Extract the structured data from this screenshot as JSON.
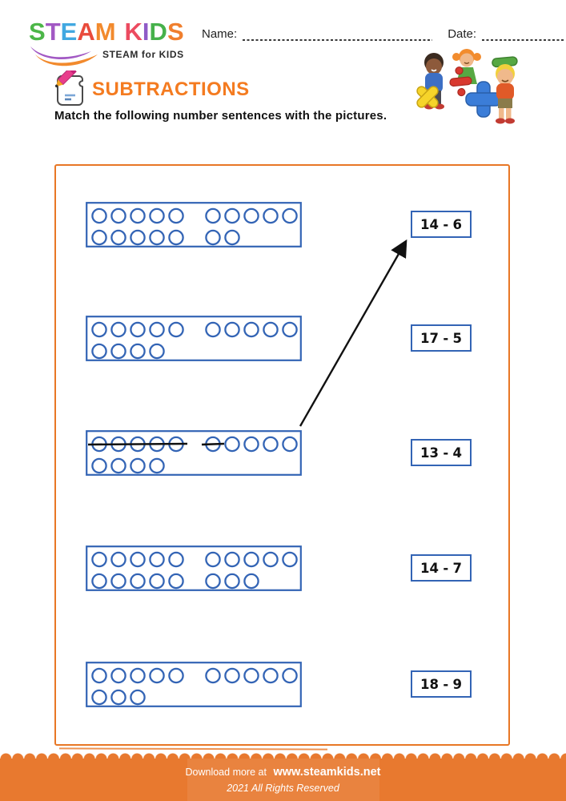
{
  "logo": {
    "brand_letters": [
      {
        "ch": "S",
        "color": "#4CB648"
      },
      {
        "ch": "T",
        "color": "#A259C4"
      },
      {
        "ch": "E",
        "color": "#41A8E1"
      },
      {
        "ch": "A",
        "color": "#E94B3C"
      },
      {
        "ch": "M",
        "color": "#F28A2D"
      },
      {
        "ch": "K",
        "color": "#EC4B60",
        "gap_before": true
      },
      {
        "ch": "I",
        "color": "#8F5BC7"
      },
      {
        "ch": "D",
        "color": "#46B14B"
      },
      {
        "ch": "S",
        "color": "#F07F2E"
      }
    ],
    "tagline": "STEAM for KIDS"
  },
  "header": {
    "name_label": "Name:",
    "date_label": "Date:"
  },
  "title": "SUBTRACTIONS",
  "instruction": "Match the following number sentences with the pictures.",
  "worksheet": {
    "picture_groups": [
      {
        "rows": [
          [
            5,
            5
          ],
          [
            5,
            2
          ]
        ],
        "total": 17,
        "crossed": 0
      },
      {
        "rows": [
          [
            5,
            5
          ],
          [
            4
          ]
        ],
        "total": 14,
        "crossed": 0
      },
      {
        "rows": [
          [
            5,
            5
          ],
          [
            4
          ]
        ],
        "total": 14,
        "crossed": 6
      },
      {
        "rows": [
          [
            5,
            5
          ],
          [
            5,
            3
          ]
        ],
        "total": 18,
        "crossed": 0
      },
      {
        "rows": [
          [
            5,
            5
          ],
          [
            3
          ]
        ],
        "total": 13,
        "crossed": 0
      }
    ],
    "expressions": [
      {
        "minuend": "14",
        "operator": "-",
        "subtrahend": "6"
      },
      {
        "minuend": "17",
        "operator": "-",
        "subtrahend": "5"
      },
      {
        "minuend": "13",
        "operator": "-",
        "subtrahend": "4"
      },
      {
        "minuend": "14",
        "operator": "-",
        "subtrahend": "7"
      },
      {
        "minuend": "18",
        "operator": "-",
        "subtrahend": "9"
      }
    ],
    "drawn_match": {
      "from_group_index": 2,
      "to_expression_index": 0
    }
  },
  "footer": {
    "download_prefix": "Download more at",
    "site": "www.steamkids.net",
    "rights": "2021 All Rights Reserved"
  },
  "colors": {
    "accent_orange": "#E87725",
    "title_orange": "#F47B20",
    "worksheet_blue": "#3364B5",
    "footer_orange": "#E8792F"
  }
}
